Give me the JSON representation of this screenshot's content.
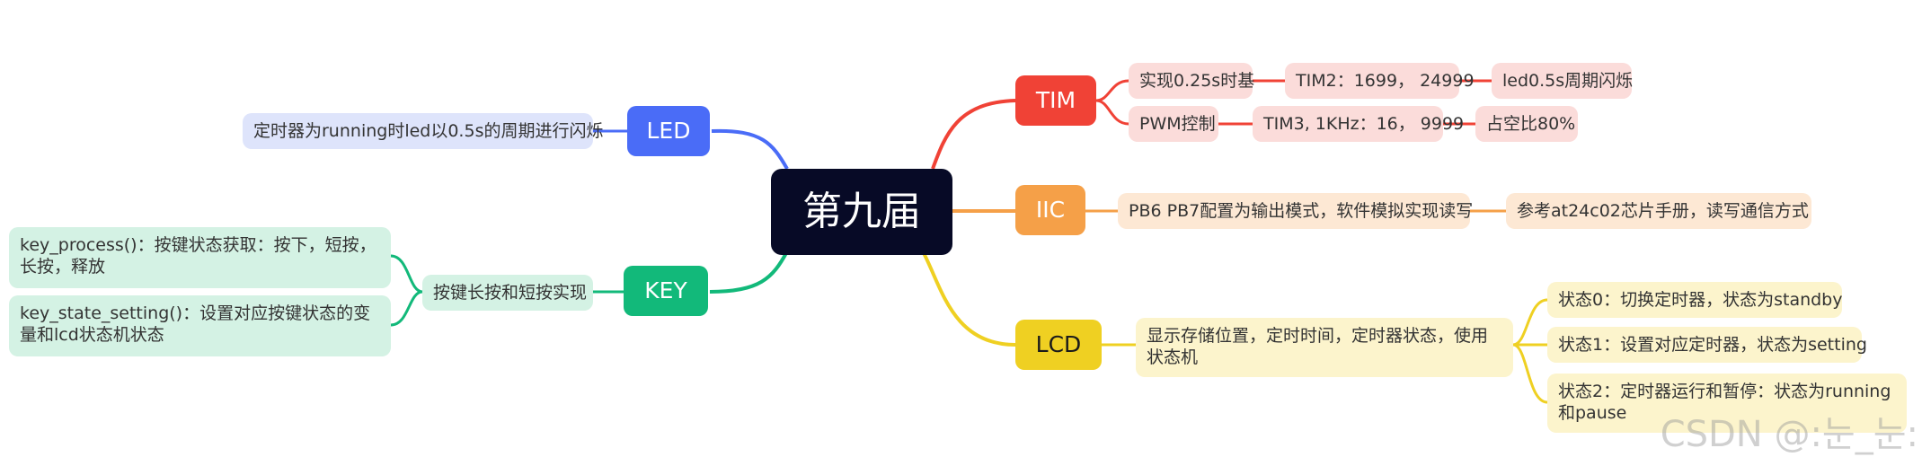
{
  "colors": {
    "led": "#4a6cf7",
    "key": "#12b97a",
    "tim": "#f04236",
    "iic": "#f5a048",
    "lcd": "#efd022"
  },
  "center": {
    "label": "第九届"
  },
  "led": {
    "label": "LED",
    "note": "定时器为running时led以0.5s的周期进行闪烁"
  },
  "key": {
    "label": "KEY",
    "summary": "按键长按和短按实现",
    "items": [
      "key_process()：按键状态获取：按下，短按，长按，释放",
      "key_state_setting()：设置对应按键状态的变量和lcd状态机状态"
    ]
  },
  "tim": {
    "label": "TIM",
    "row1": [
      "实现0.25s时基",
      "TIM2：1699， 24999",
      "led0.5s周期闪烁"
    ],
    "row2": [
      "PWM控制",
      "TIM3, 1KHz：16， 9999",
      "占空比80%"
    ]
  },
  "iic": {
    "label": "IIC",
    "items": [
      "PB6 PB7配置为输出模式，软件模拟实现读写",
      "参考at24c02芯片手册，读写通信方式"
    ]
  },
  "lcd": {
    "label": "LCD",
    "summary": "显示存储位置，定时时间，定时器状态，使用状态机",
    "states": [
      "状态0：切换定时器，状态为standby",
      "状态1：设置对应定时器，状态为setting",
      "状态2：定时器运行和暂停：状态为running和pause"
    ]
  },
  "watermark": "CSDN @:눈_눈:"
}
